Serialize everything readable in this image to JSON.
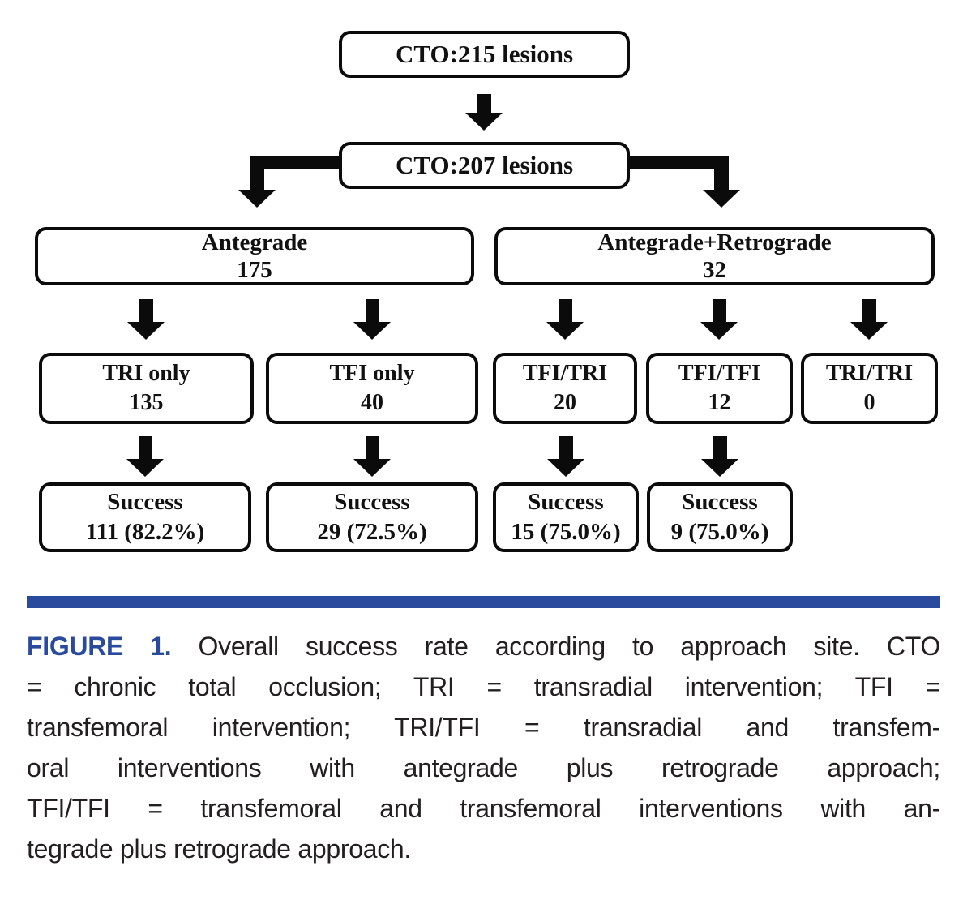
{
  "colors": {
    "accent": "#2a4b9d",
    "ink": "#0b0b0b"
  },
  "nodes": {
    "cto215": {
      "label": "CTO:215 lesions"
    },
    "cto207": {
      "label": "CTO:207 lesions"
    },
    "antegrade": {
      "label": "Antegrade",
      "count": "175"
    },
    "antegrade_retrograde": {
      "label": "Antegrade+Retrograde",
      "count": "32"
    },
    "tri_only": {
      "label": "TRI only",
      "count": "135"
    },
    "tfi_only": {
      "label": "TFI only",
      "count": "40"
    },
    "tfi_tri": {
      "label": "TFI/TRI",
      "count": "20"
    },
    "tfi_tfi": {
      "label": "TFI/TFI",
      "count": "12"
    },
    "tri_tri": {
      "label": "TRI/TRI",
      "count": "0"
    },
    "success_tri_only": {
      "label": "Success",
      "count": "111 (82.2%)"
    },
    "success_tfi_only": {
      "label": "Success",
      "count": "29 (72.5%)"
    },
    "success_tfi_tri": {
      "label": "Success",
      "count": "15 (75.0%)"
    },
    "success_tfi_tfi": {
      "label": "Success",
      "count": "9 (75.0%)"
    }
  },
  "caption": {
    "label": "FIGURE 1.",
    "lines": [
      " Overall success rate according to approach site. CTO",
      "= chronic total occlusion; TRI = transradial intervention; TFI =",
      "transfemoral intervention; TRI/TFI = transradial and transfem-",
      "oral interventions with antegrade plus retrograde approach;",
      "TFI/TFI = transfemoral and transfemoral interventions with an-",
      "tegrade plus retrograde approach."
    ]
  }
}
